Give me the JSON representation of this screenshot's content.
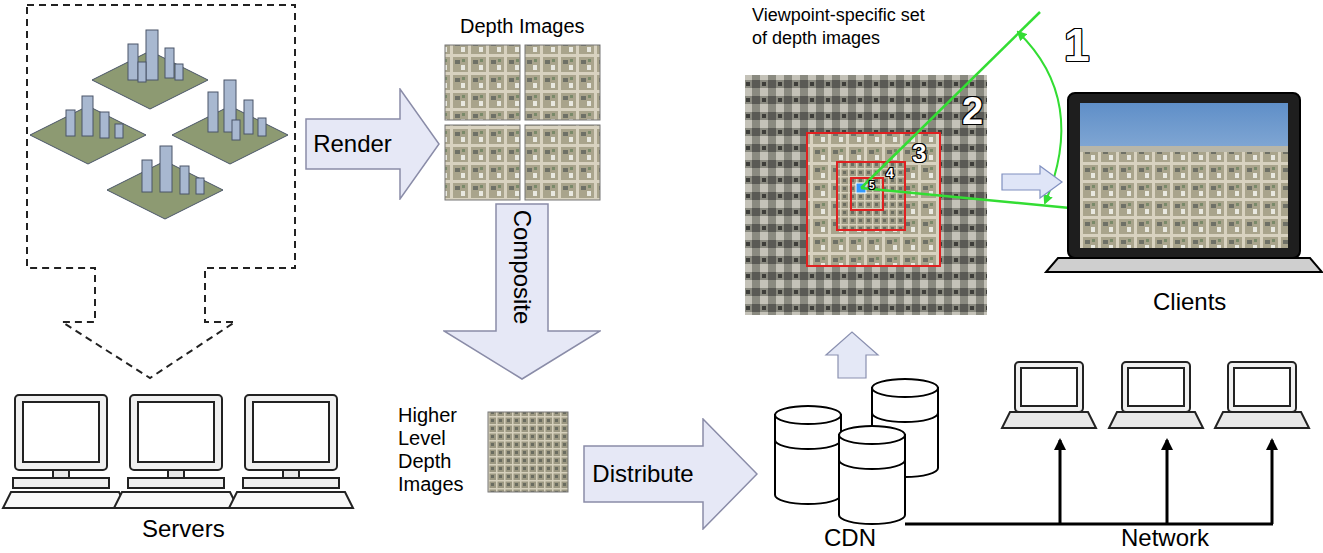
{
  "diagram": {
    "nodes": [
      {
        "text": [
          "Render"
        ]
      },
      {
        "text": [
          "Composite"
        ]
      },
      {
        "text": [
          "Distribute"
        ]
      }
    ],
    "labels": [
      "Depth Images",
      "Viewpoint-specific set of depth images",
      "1",
      "2",
      "3",
      "4",
      "5",
      "Clients",
      "Servers",
      "Higher Level Depth Images",
      "CDN",
      "Network"
    ]
  }
}
